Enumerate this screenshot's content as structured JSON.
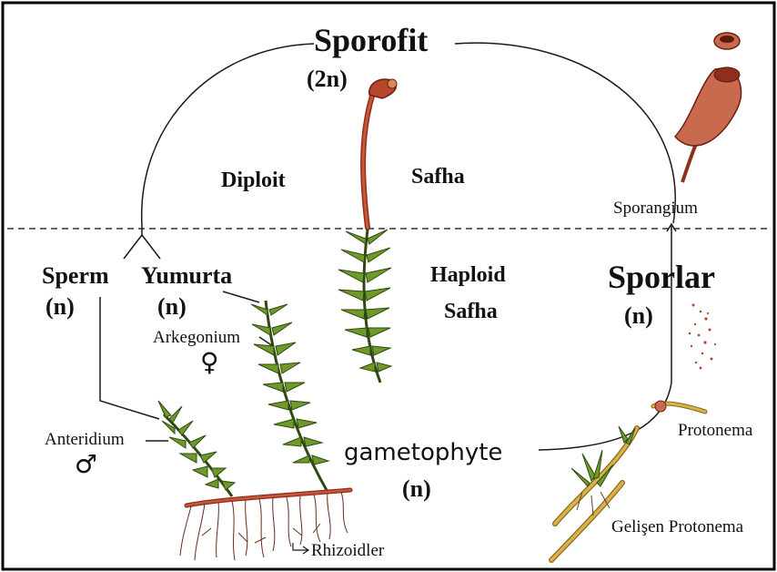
{
  "diagram": {
    "sporophyte": {
      "title": "Sporofit",
      "ploidy": "(2n)"
    },
    "phases": {
      "diploid": [
        "Diploit",
        "Safha"
      ],
      "haploid": [
        "Haploid",
        "Safha"
      ]
    },
    "sporangium": "Sporangium",
    "spores": {
      "title": "Sporlar",
      "ploidy": "(n)"
    },
    "protonema": "Protonema",
    "developing_protonema": "Gelişen Protonema",
    "gametophyte": {
      "title": "gametophyte",
      "ploidy": "(n)"
    },
    "rhizoids": "Rhizoidler",
    "antheridium": {
      "label": "Anteridium",
      "symbol": "♂"
    },
    "archegonium": {
      "label": "Arkegonium",
      "symbol": "♀"
    },
    "sperm": {
      "title": "Sperm",
      "ploidy": "(n)"
    },
    "egg": {
      "title": "Yumurta",
      "ploidy": "(n)"
    }
  },
  "colors": {
    "border": "#000000",
    "cycle_line": "#1a1a1a",
    "moss_green": "#6f9a2a",
    "moss_dark": "#2f4a10",
    "sporophyte_red": "#b5472f",
    "capsule_red": "#c96a4f",
    "protonema_yellow": "#d9b24a"
  }
}
